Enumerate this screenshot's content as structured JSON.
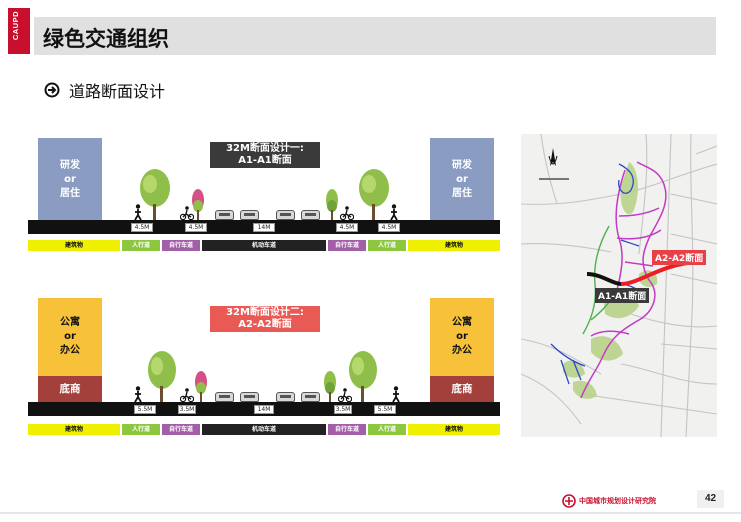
{
  "header": {
    "side_tag": "CAUPD",
    "title": "绿色交通组织"
  },
  "subtitle": "道路断面设计",
  "section1": {
    "callout_line1": "32M断面设计一:",
    "callout_line2": "A1-A1断面",
    "left_building": "研发\nor\n居住",
    "right_building": "研发\nor\n居住",
    "widths": [
      "4.5M",
      "4.5M",
      "14M",
      "4.5M",
      "4.5M"
    ],
    "functions": [
      "建筑物",
      "人行道",
      "自行车道",
      "机动车道",
      "自行车道",
      "人行道",
      "建筑物"
    ]
  },
  "section2": {
    "callout_line1": "32M断面设计二:",
    "callout_line2": "A2-A2断面",
    "left_building": "公寓\nor\n办公",
    "right_building": "公寓\nor\n办公",
    "left_base": "底商",
    "right_base": "底商",
    "widths": [
      "5.5M",
      "3.5M",
      "14M",
      "3.5M",
      "5.5M"
    ],
    "functions": [
      "建筑物",
      "人行道",
      "自行车道",
      "机动车道",
      "自行车道",
      "人行道",
      "建筑物"
    ]
  },
  "map": {
    "label_a2": "A2-A2断面",
    "label_a1": "A1-A1断面"
  },
  "footer": {
    "org": "中国城市规划设计研究院",
    "page": "42"
  },
  "colors": {
    "accent_red": "#c8102e",
    "sidewalk_green": "#8dc63f",
    "bike_purple": "#a35ea8",
    "building_yellow": "#eef000"
  }
}
